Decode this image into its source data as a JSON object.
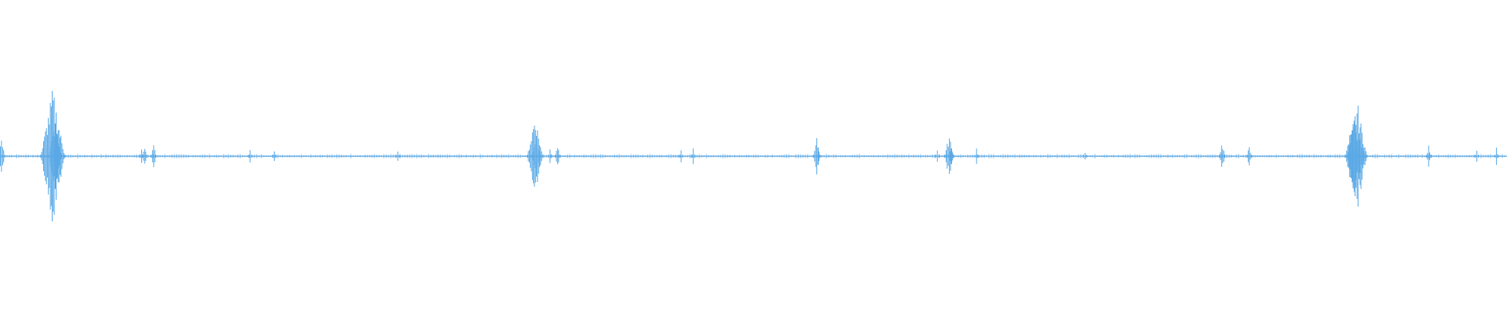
{
  "waveform": {
    "color": "#5aa9e6",
    "duration_fraction_spikes": [
      {
        "position": 0.001,
        "amplitude": 0.06
      },
      {
        "position": 0.035,
        "amplitude": 0.22
      },
      {
        "position": 0.0365,
        "amplitude": 0.12
      },
      {
        "position": 0.038,
        "amplitude": 0.06
      },
      {
        "position": 0.094,
        "amplitude": 0.03
      },
      {
        "position": 0.096,
        "amplitude": 0.04
      },
      {
        "position": 0.102,
        "amplitude": 0.04
      },
      {
        "position": 0.166,
        "amplitude": 0.02
      },
      {
        "position": 0.182,
        "amplitude": 0.03
      },
      {
        "position": 0.264,
        "amplitude": 0.02
      },
      {
        "position": 0.355,
        "amplitude": 0.14
      },
      {
        "position": 0.356,
        "amplitude": 0.08
      },
      {
        "position": 0.365,
        "amplitude": 0.03
      },
      {
        "position": 0.37,
        "amplitude": 0.04
      },
      {
        "position": 0.452,
        "amplitude": 0.02
      },
      {
        "position": 0.46,
        "amplitude": 0.03
      },
      {
        "position": 0.542,
        "amplitude": 0.06
      },
      {
        "position": 0.543,
        "amplitude": 0.03
      },
      {
        "position": 0.622,
        "amplitude": 0.03
      },
      {
        "position": 0.63,
        "amplitude": 0.08
      },
      {
        "position": 0.631,
        "amplitude": 0.04
      },
      {
        "position": 0.648,
        "amplitude": 0.03
      },
      {
        "position": 0.72,
        "amplitude": 0.02
      },
      {
        "position": 0.811,
        "amplitude": 0.05
      },
      {
        "position": 0.829,
        "amplitude": 0.04
      },
      {
        "position": 0.898,
        "amplitude": 0.14
      },
      {
        "position": 0.9005,
        "amplitude": 0.18
      },
      {
        "position": 0.902,
        "amplitude": 0.1
      },
      {
        "position": 0.948,
        "amplitude": 0.04
      },
      {
        "position": 0.98,
        "amplitude": 0.02
      },
      {
        "position": 0.993,
        "amplitude": 0.03
      }
    ]
  }
}
